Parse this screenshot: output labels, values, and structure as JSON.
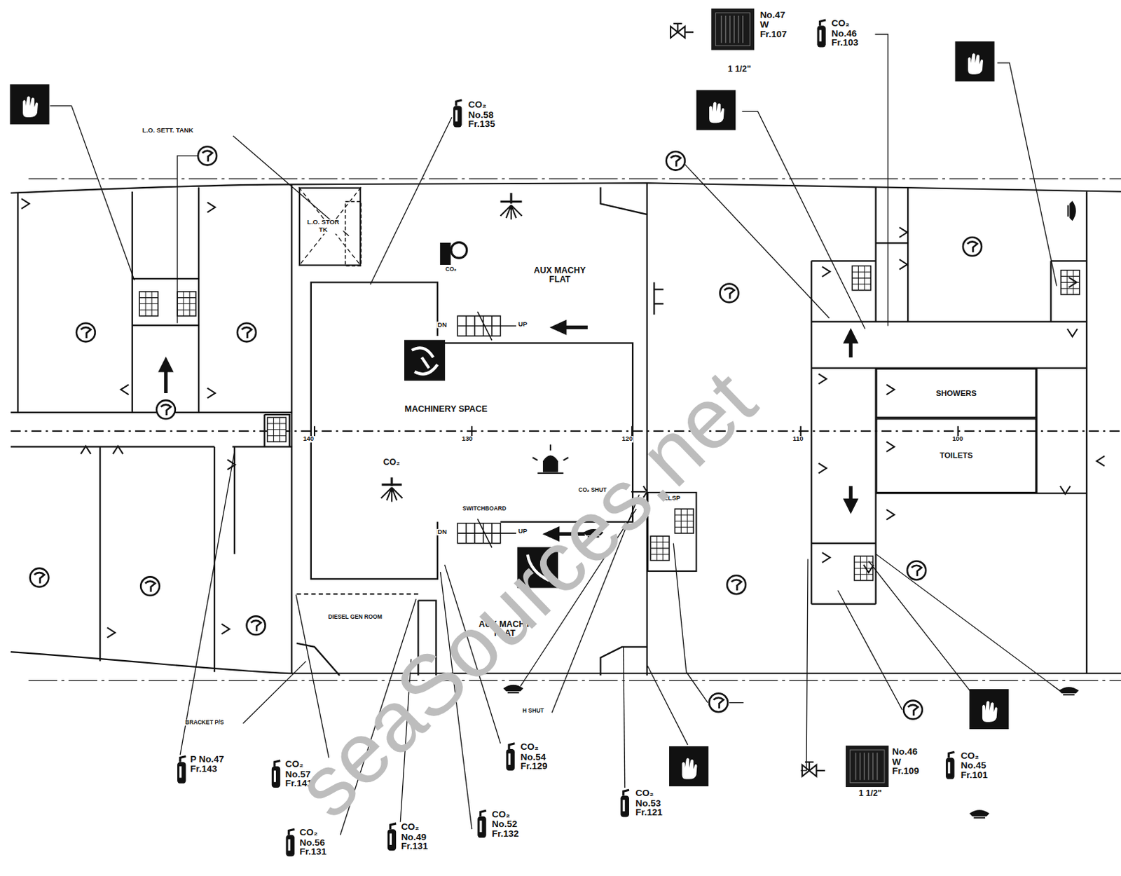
{
  "diagram": {
    "nodes": [
      {
        "text": [
          "L.O. STOR TK"
        ]
      },
      {
        "text": [
          "SHOWERS"
        ]
      },
      {
        "text": [
          "TOILETS"
        ]
      },
      {
        "text": [
          "ELSP"
        ]
      },
      {
        "text": [
          "DIESEL GEN ROOM"
        ]
      }
    ],
    "labels": [
      "L.O. SETT. TANK",
      "CO₂ No.58 Fr.135",
      "No.47 W Fr.107",
      "1 1/2\"",
      "CO₂ No.46 Fr.103",
      "AUX MACHY FLAT",
      "CO₂",
      "DN",
      "UP",
      "MACHINERY SPACE",
      "CO₂",
      "SWITCHBOARD",
      "CO₂ SHUT",
      "DN",
      "UP",
      "AUX MACHY FLAT",
      "BRACKET P/S",
      "H SHUT",
      "140",
      "130",
      "120",
      "110",
      "100",
      "P No.47 Fr.143",
      "CO₂ No.57 Fr.141",
      "CO₂ No.56 Fr.131",
      "CO₂ No.49 Fr.131",
      "CO₂ No.52 Fr.132",
      "CO₂ No.54 Fr.129",
      "CO₂ No.53 Fr.121",
      "No.46 W Fr.109",
      "1 1/2\"",
      "CO₂ No.45 Fr.101",
      "seaSources.net"
    ]
  }
}
